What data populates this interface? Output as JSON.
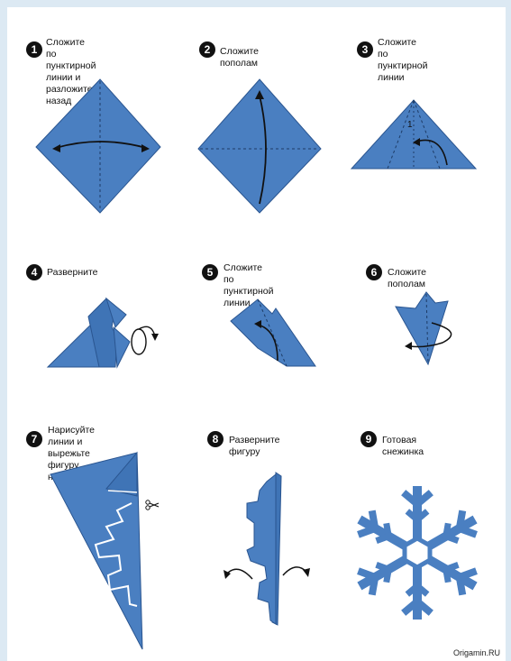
{
  "steps": [
    {
      "number": "1",
      "text": "Сложите по пунктирной\nлинии и разложите назад"
    },
    {
      "number": "2",
      "text": "Сложите пополам"
    },
    {
      "number": "3",
      "text": "Сложите по\nпунктирной линии"
    },
    {
      "number": "4",
      "text": "Разверните"
    },
    {
      "number": "5",
      "text": "Сложите по\nпунктирной линии"
    },
    {
      "number": "6",
      "text": "Сложите пополам"
    },
    {
      "number": "7",
      "text": "Нарисуйте линии и вырежьте\nфигуру ножницами"
    },
    {
      "number": "8",
      "text": "Разверните фигуру"
    },
    {
      "number": "9",
      "text": "Готовая снежинка"
    }
  ],
  "credit": "Origamin.RU",
  "colors": {
    "paper": "#4a7fc1",
    "paper_dark": "#3567a6",
    "outline": "#2a5590",
    "background": "#dce9f3"
  },
  "icons": [
    "scissors-icon",
    "curved-arrow-icon",
    "snowflake-icon"
  ]
}
